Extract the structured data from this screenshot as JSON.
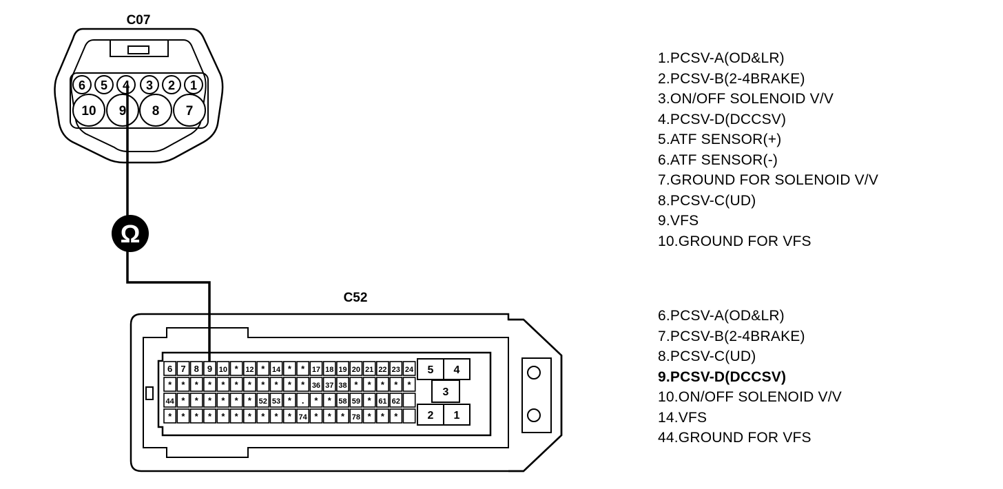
{
  "connectors": {
    "c07": {
      "label": "C07",
      "small_pins": [
        "6",
        "5",
        "4",
        "3",
        "2",
        "1"
      ],
      "large_pins": [
        "10",
        "9",
        "8",
        "7"
      ]
    },
    "c52": {
      "label": "C52",
      "grid": [
        [
          "6",
          "7",
          "8",
          "9",
          "10",
          "*",
          "12",
          "*",
          "14",
          "*",
          "*",
          "17",
          "18",
          "19",
          "20",
          "21",
          "22",
          "23",
          "24"
        ],
        [
          "*",
          "*",
          "*",
          "*",
          "*",
          "*",
          "*",
          "*",
          "*",
          "*",
          "*",
          "36",
          "37",
          "38",
          "*",
          "*",
          "*",
          "*",
          "*"
        ],
        [
          "44",
          "*",
          "*",
          "*",
          "*",
          "*",
          "*",
          "52",
          "53",
          "*",
          ".",
          "*",
          "*",
          "58",
          "59",
          "*",
          "61",
          "62",
          ""
        ],
        [
          "*",
          "*",
          "*",
          "*",
          "*",
          "*",
          "*",
          "*",
          "*",
          "*",
          "74",
          "*",
          "*",
          "*",
          "78",
          "*",
          "*",
          "*",
          ""
        ]
      ],
      "right_pins": [
        "5",
        "4",
        "3",
        "2",
        "1"
      ]
    }
  },
  "meter_symbol": "Ω",
  "legend_c07": [
    {
      "text": "1.PCSV-A(OD&LR)",
      "bold": false
    },
    {
      "text": "2.PCSV-B(2-4BRAKE)",
      "bold": false
    },
    {
      "text": "3.ON/OFF SOLENOID V/V",
      "bold": false
    },
    {
      "text": "4.PCSV-D(DCCSV)",
      "bold": false
    },
    {
      "text": "5.ATF SENSOR(+)",
      "bold": false
    },
    {
      "text": "6.ATF SENSOR(-)",
      "bold": false
    },
    {
      "text": "7.GROUND FOR SOLENOID V/V",
      "bold": false
    },
    {
      "text": "8.PCSV-C(UD)",
      "bold": false
    },
    {
      "text": "9.VFS",
      "bold": false
    },
    {
      "text": "10.GROUND FOR VFS",
      "bold": false
    }
  ],
  "legend_c52": [
    {
      "text": "6.PCSV-A(OD&LR)",
      "bold": false
    },
    {
      "text": "7.PCSV-B(2-4BRAKE)",
      "bold": false
    },
    {
      "text": "8.PCSV-C(UD)",
      "bold": false
    },
    {
      "text": "9.PCSV-D(DCCSV)",
      "bold": true
    },
    {
      "text": "10.ON/OFF SOLENOID V/V",
      "bold": false
    },
    {
      "text": "14.VFS",
      "bold": false
    },
    {
      "text": "44.GROUND FOR VFS",
      "bold": false
    }
  ]
}
